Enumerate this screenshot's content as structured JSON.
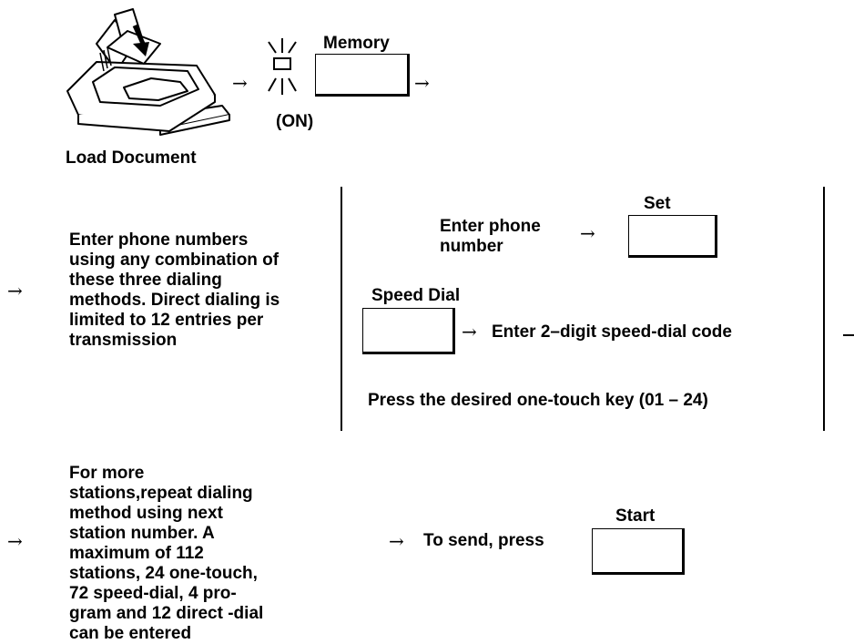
{
  "step1": {
    "load_label": "Load Document",
    "on_label": "(ON)",
    "memory_label": "Memory"
  },
  "step2": {
    "description": "Enter phone numbers using any combination of these three dialing methods. Direct dialing is limited to 12 entries per transmission",
    "enter_phone": "Enter phone number",
    "set_label": "Set",
    "speed_dial_label": "Speed Dial",
    "speed_dial_text": "Enter 2–digit speed-dial code",
    "one_touch_text": "Press the desired one-touch key (01 – 24)"
  },
  "step3": {
    "description": "For more stations,repeat dialing method using next station number. A maximum of 112 stations, 24 one-touch, 72 speed-dial, 4 pro-gram and 12 direct -dial can be entered",
    "send_text": "To send, press",
    "start_label": "Start"
  },
  "arrow_symbol": "→"
}
